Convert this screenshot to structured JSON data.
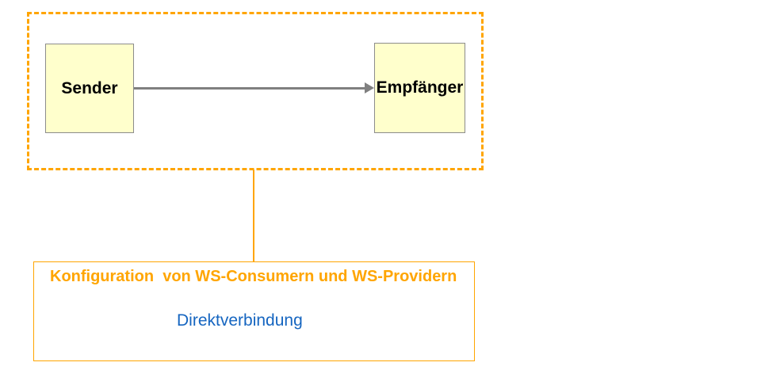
{
  "colors": {
    "orange": "#FFA500",
    "node_fill": "#FFFFCC",
    "node_border": "#8C8C8C",
    "arrow_gray": "#808080",
    "blue": "#1565C0"
  },
  "zone": {
    "sender_label": "Sender",
    "receiver_label": "Empfänger"
  },
  "config": {
    "title": "Konfiguration  von WS-Consumern und WS-Providern",
    "connection_label": "Direktverbindung"
  }
}
